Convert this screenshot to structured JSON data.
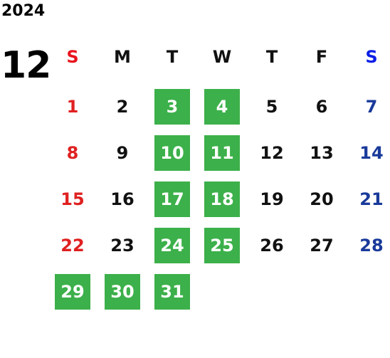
{
  "calendar": {
    "year": "2024",
    "month": "12",
    "weekdays": [
      "S",
      "M",
      "T",
      "W",
      "T",
      "F",
      "S"
    ],
    "weeks": [
      [
        "",
        "",
        "",
        "",
        "",
        "",
        ""
      ],
      [
        "1",
        "2",
        "3",
        "4",
        "5",
        "6",
        "7"
      ],
      [
        "8",
        "9",
        "10",
        "11",
        "12",
        "13",
        "14"
      ],
      [
        "15",
        "16",
        "17",
        "18",
        "19",
        "20",
        "21"
      ],
      [
        "22",
        "23",
        "24",
        "25",
        "26",
        "27",
        "28"
      ],
      [
        "29",
        "30",
        "31",
        "",
        "",
        "",
        ""
      ]
    ],
    "highlighted_days": [
      "3",
      "4",
      "10",
      "11",
      "17",
      "18",
      "24",
      "25",
      "29",
      "30",
      "31"
    ],
    "colors": {
      "sunday": "#e02020",
      "saturday": "#1a3a9a",
      "highlight_bg": "#3cb04a",
      "highlight_text": "#ffffff"
    }
  }
}
